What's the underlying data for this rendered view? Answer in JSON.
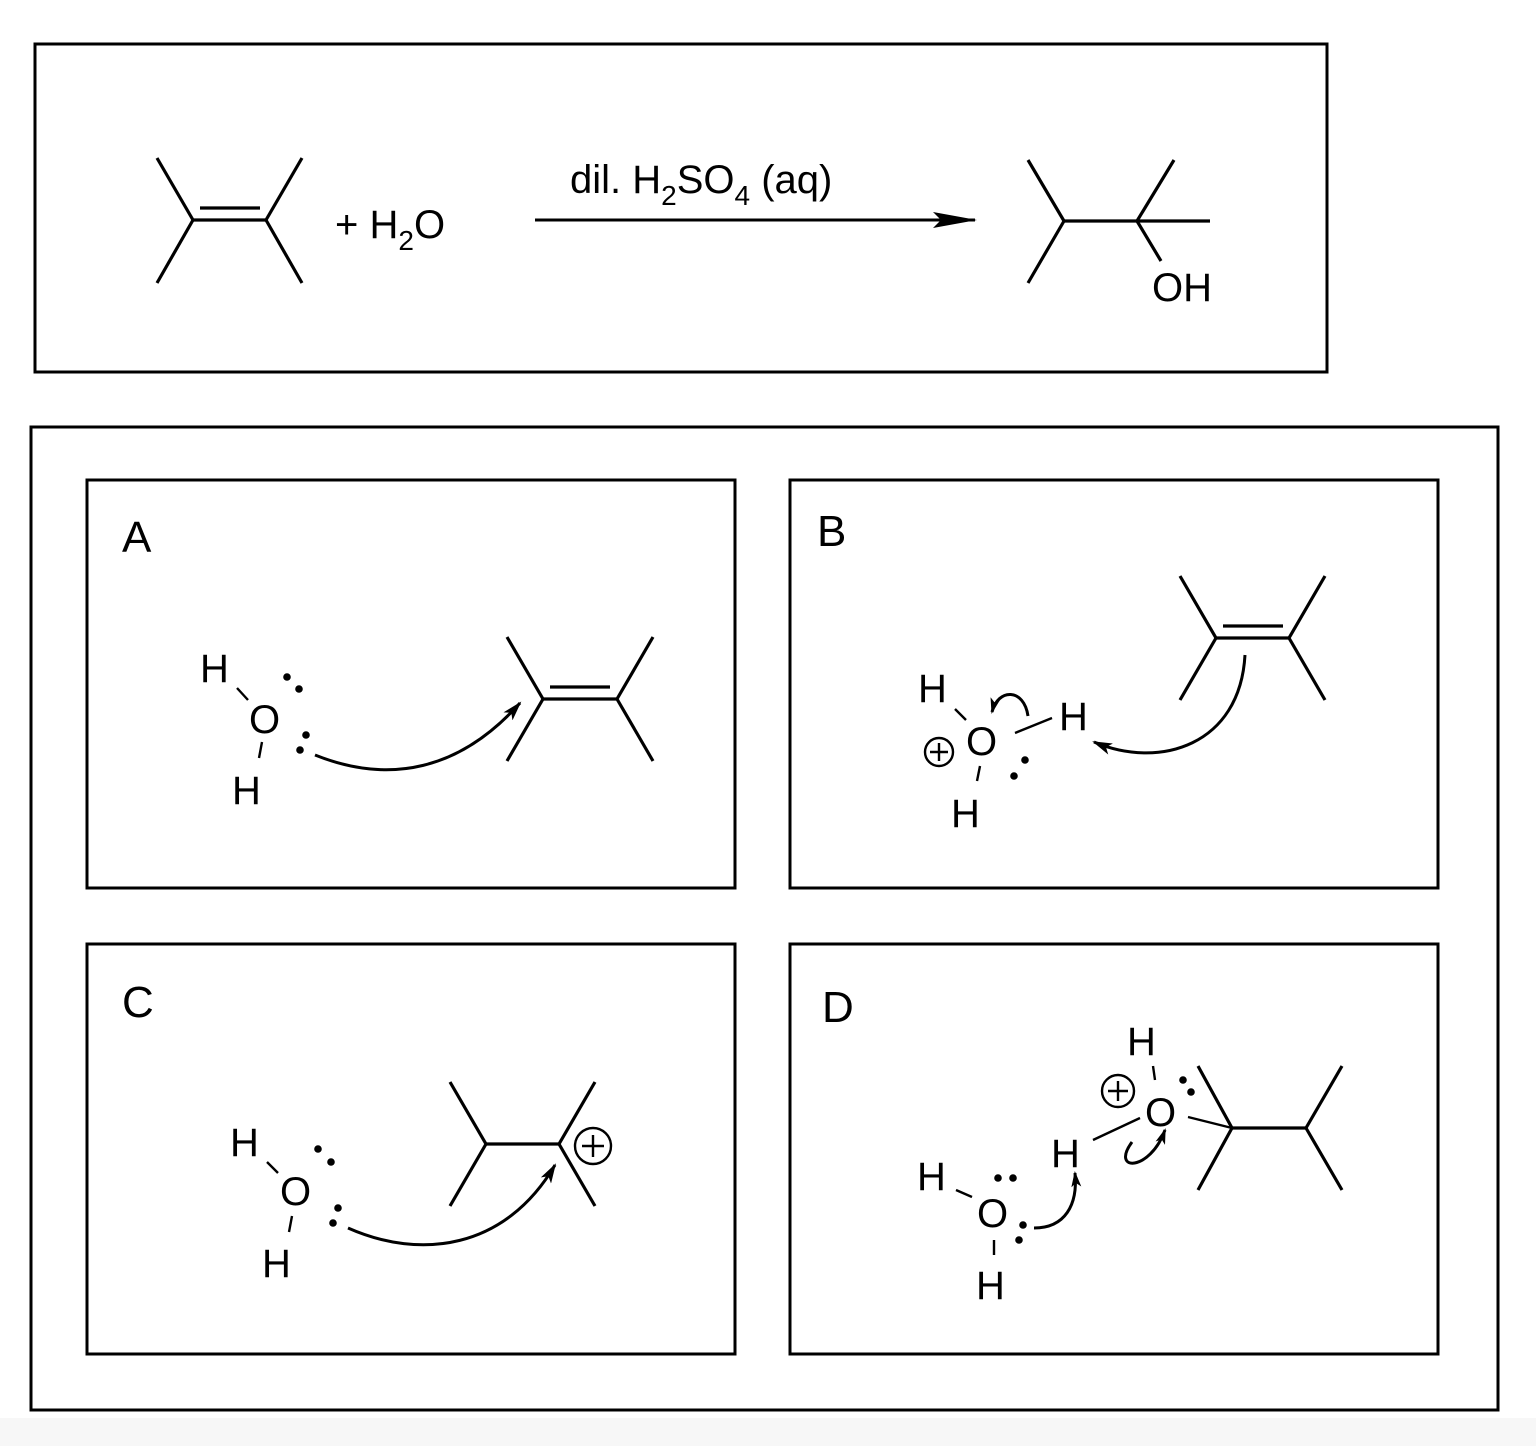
{
  "reaction": {
    "plus_water": "+ H",
    "water_sub": "2",
    "water_o": "O",
    "reagent_main": "dil. H",
    "reagent_sub1": "2",
    "reagent_so": "SO",
    "reagent_sub2": "4",
    "reagent_aq": " (aq)",
    "product_oh": "OH"
  },
  "panels": [
    {
      "label": "A"
    },
    {
      "label": "B"
    },
    {
      "label": "C"
    },
    {
      "label": "D"
    }
  ],
  "atoms": {
    "H": "H",
    "O": "O",
    "plus": "+"
  }
}
